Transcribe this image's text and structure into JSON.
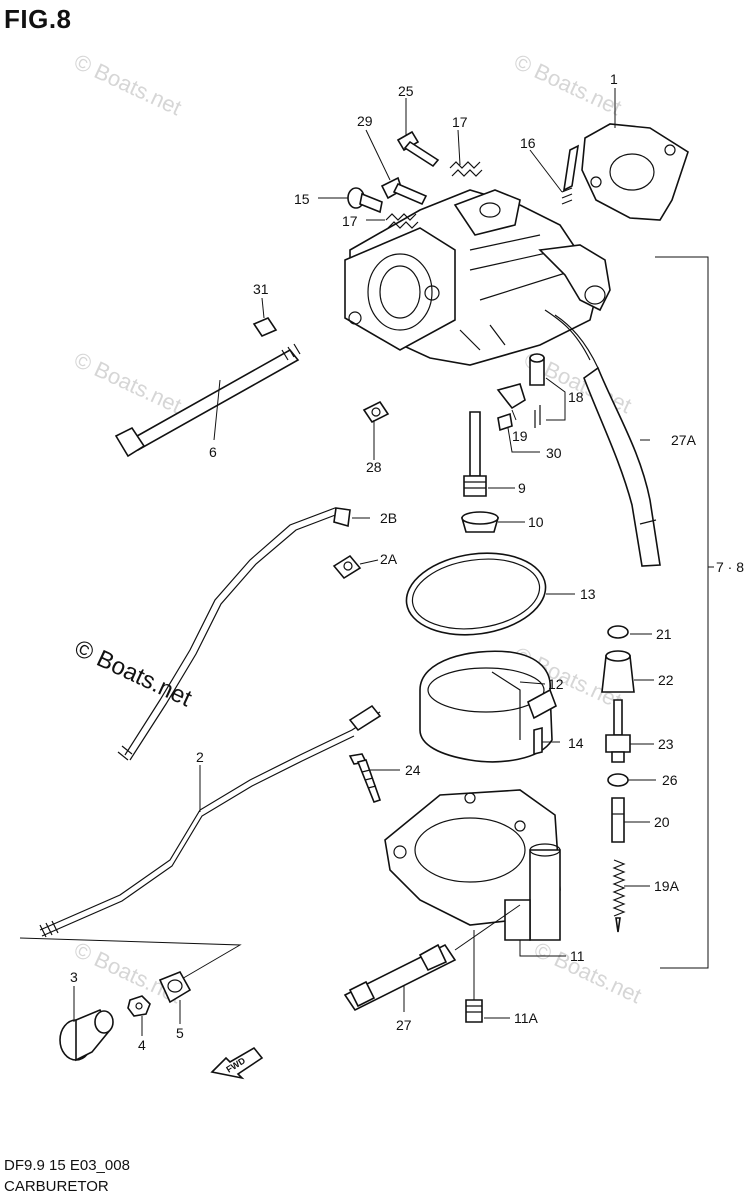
{
  "figure_title": "FIG.8",
  "footer": {
    "code": "DF9.9 15 E03_008",
    "name": "CARBURETOR"
  },
  "watermark_small": "© Boats.net",
  "watermark_large": "© Boats.net",
  "fwd_label": "FWD",
  "group_label": "7 · 8",
  "callouts": {
    "c1": "1",
    "c2": "2",
    "c2a": "2A",
    "c2b": "2B",
    "c3": "3",
    "c4": "4",
    "c5": "5",
    "c6": "6",
    "c9": "9",
    "c10": "10",
    "c11": "11",
    "c11a": "11A",
    "c12": "12",
    "c13": "13",
    "c14": "14",
    "c15": "15",
    "c16": "16",
    "c17a": "17",
    "c17b": "17",
    "c18": "18",
    "c19": "19",
    "c19a": "19A",
    "c20": "20",
    "c21": "21",
    "c22": "22",
    "c23": "23",
    "c24": "24",
    "c25": "25",
    "c26": "26",
    "c27": "27",
    "c27a": "27A",
    "c28": "28",
    "c29": "29",
    "c30": "30",
    "c31": "31"
  }
}
